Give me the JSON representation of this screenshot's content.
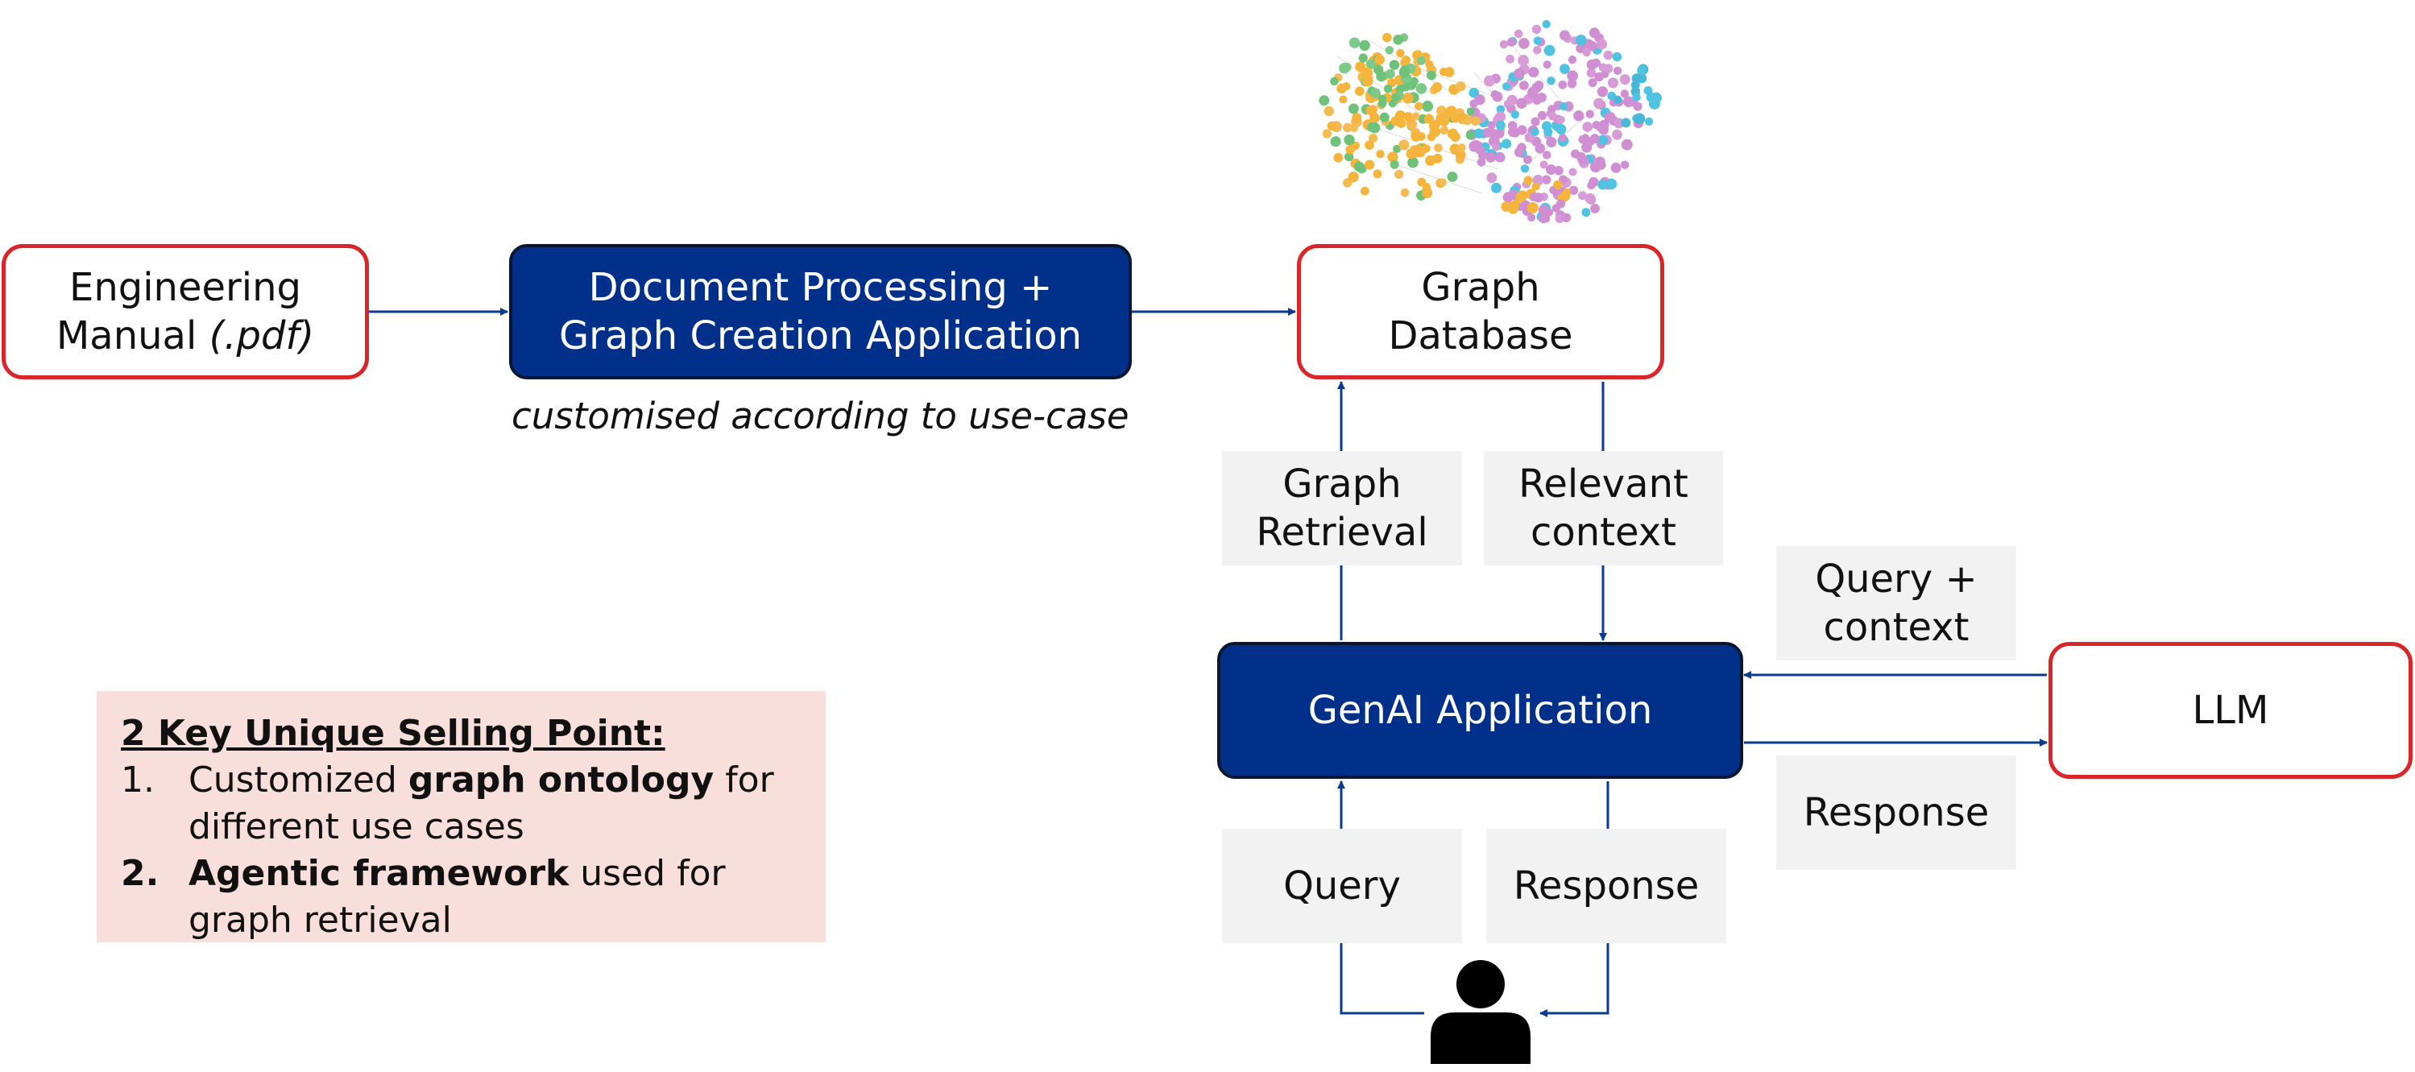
{
  "colors": {
    "node_border": "#d8262b",
    "app_fill": "#00308a",
    "arrow": "#0a3b8c",
    "label_bg": "#f2f2f2",
    "usp_bg": "#f9dfdb"
  },
  "nodes": {
    "manual": {
      "line1": "Engineering",
      "line2_prefix": "Manual ",
      "line2_ext": "(.pdf)"
    },
    "processing": {
      "line1": "Document Processing +",
      "line2": "Graph Creation Application",
      "caption": "customised according to use-case"
    },
    "graph_db": {
      "line1": "Graph",
      "line2": "Database"
    },
    "genai": {
      "label": "GenAI Application"
    },
    "llm": {
      "label": "LLM"
    }
  },
  "edge_labels": {
    "graph_retrieval": {
      "line1": "Graph",
      "line2": "Retrieval"
    },
    "relevant_context": {
      "line1": "Relevant",
      "line2": "context"
    },
    "query_context": {
      "line1": "Query +",
      "line2": "context"
    },
    "response_llm": "Response",
    "query_user": "Query",
    "response_user": "Response"
  },
  "usp": {
    "title": "2 Key Unique Selling Point:",
    "items": [
      {
        "num": "1.",
        "pre": "Customized ",
        "bold": "graph ontology",
        "post": " for",
        "cont": "different use cases"
      },
      {
        "num": "2.",
        "pre": "",
        "bold": "Agentic framework",
        "post": " used for",
        "cont": "graph retrieval"
      }
    ]
  },
  "icons": {
    "graph_visual": "graph-network-icon",
    "user": "user-person-icon"
  }
}
